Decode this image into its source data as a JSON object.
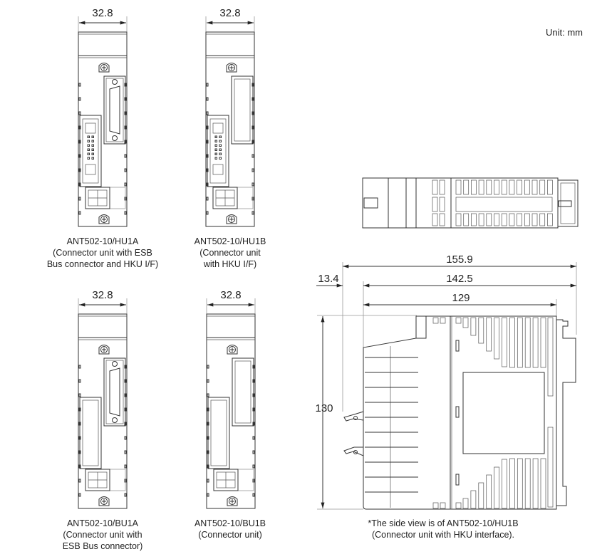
{
  "unit_label": "Unit: mm",
  "front_views": [
    {
      "width_dim": "32.8",
      "model": "ANT502-10/HU1A",
      "desc": [
        "(Connector unit with ESB",
        "Bus connector and HKU I/F)"
      ],
      "variant": {
        "right": "dsub",
        "left": "hku"
      }
    },
    {
      "width_dim": "32.8",
      "model": "ANT502-10/HU1B",
      "desc": [
        "(Connector unit",
        "with HKU I/F)"
      ],
      "variant": {
        "right": "slot",
        "left": "hku"
      }
    },
    {
      "width_dim": "32.8",
      "model": "ANT502-10/BU1A",
      "desc": [
        "(Connector unit with",
        "ESB Bus connector)"
      ],
      "variant": {
        "right": "dsub",
        "left": "slot"
      }
    },
    {
      "width_dim": "32.8",
      "model": "ANT502-10/BU1B",
      "desc": [
        "(Connector unit)"
      ],
      "variant": {
        "right": "slot",
        "left": "slot"
      }
    }
  ],
  "side_view": {
    "dims": {
      "overall_depth": "155.9",
      "depth_with_connector": "142.5",
      "body_depth": "129",
      "clip_offset": "13.4",
      "height": "130"
    },
    "note": [
      "*The side view is of ANT502-10/HU1B",
      "(Connector unit with HKU interface)."
    ]
  }
}
